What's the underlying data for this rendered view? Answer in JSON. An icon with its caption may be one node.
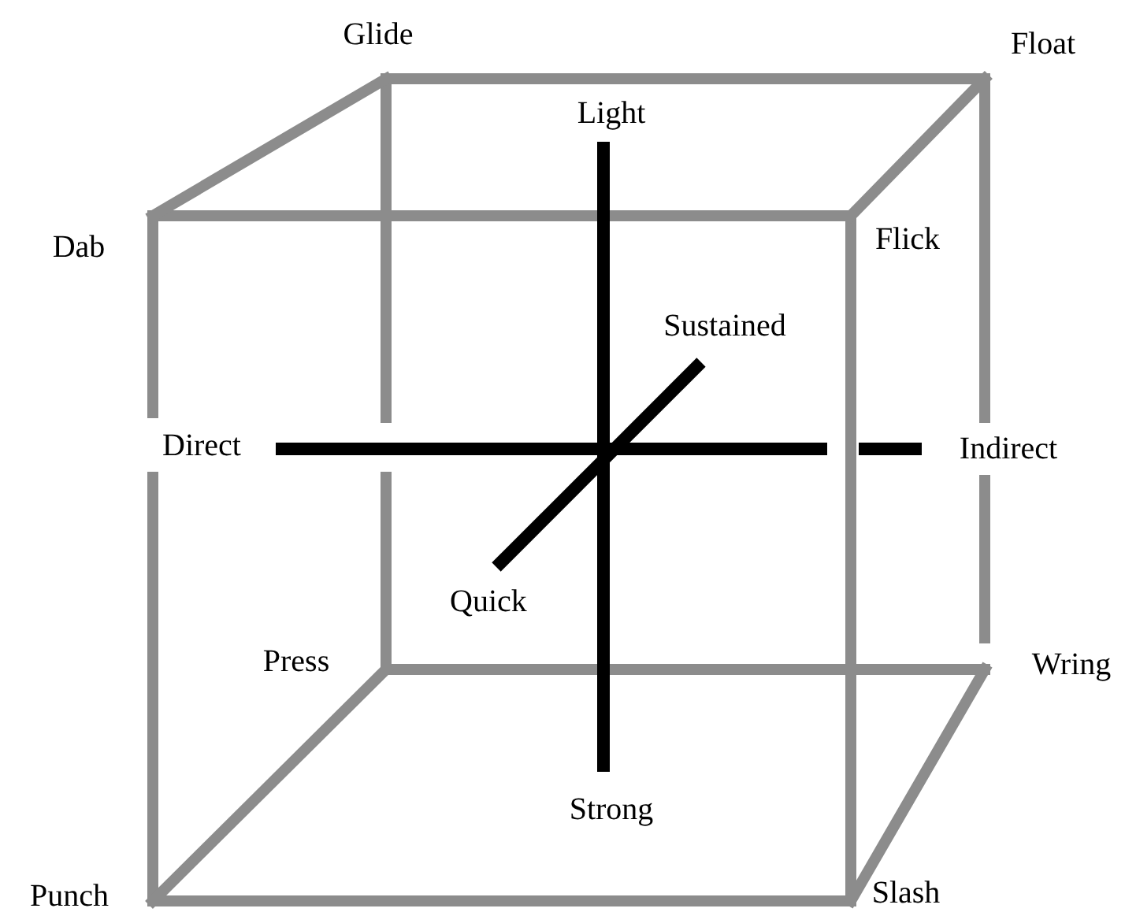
{
  "diagram": {
    "labels": [
      "Glide",
      "Float",
      "Light",
      "Dab",
      "Flick",
      "Sustained",
      "Direct",
      "Indirect",
      "Quick",
      "Press",
      "Wring",
      "Strong",
      "Punch",
      "Slash"
    ]
  }
}
